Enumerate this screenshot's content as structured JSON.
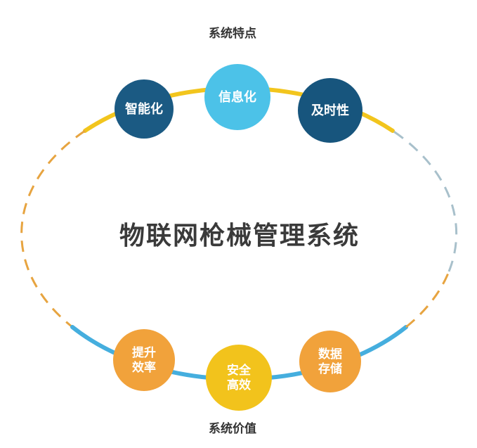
{
  "header": {
    "top_label": "系统特点"
  },
  "footer": {
    "bottom_label": "系统价值"
  },
  "center": {
    "title": "物联网枪械管理系统"
  },
  "nodes": {
    "top": [
      {
        "label": "智能化",
        "color": "#1b5a83"
      },
      {
        "label": "信息化",
        "color": "#4cc2e8"
      },
      {
        "label": "及时性",
        "color": "#17557d"
      }
    ],
    "bottom": [
      {
        "label": "提升\n效率",
        "color": "#f1a23b"
      },
      {
        "label": "安全\n高效",
        "color": "#f2c31c"
      },
      {
        "label": "数据\n存储",
        "color": "#f1a23b"
      }
    ]
  },
  "arcs": {
    "top_solid_color": "#f2c51d",
    "bottom_solid_color": "#45aede",
    "left_dashed_color": "#e7a440",
    "right_upper_dashed_color": "#a8c0cb",
    "right_lower_dashed_color": "#e7a440"
  }
}
